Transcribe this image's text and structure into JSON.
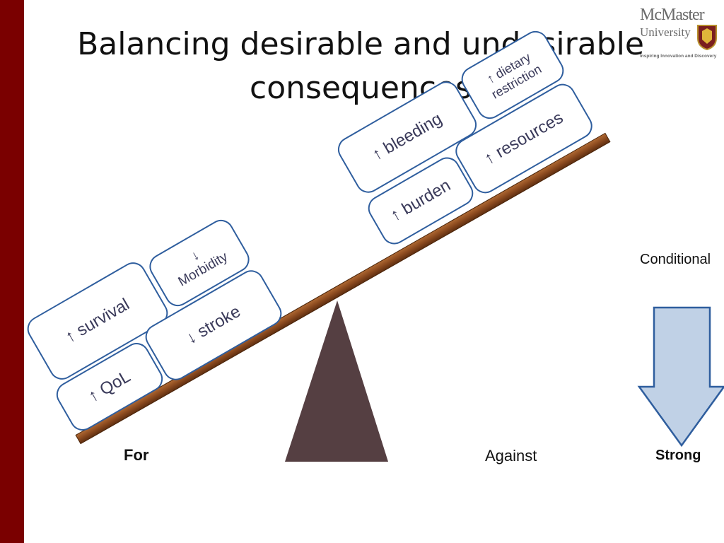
{
  "slide": {
    "title": "Balancing desirable and undesirable consequences",
    "logo": {
      "name_line1": "McMaster",
      "name_line2": "University",
      "tagline": "Inspiring Innovation and Discovery"
    }
  },
  "desirable": {
    "survival": "↑ survival",
    "morbidity": "↓ Morbidity",
    "qol": "↑ QoL",
    "stroke": "↓ stroke"
  },
  "undesirable": {
    "bleeding": "↑ bleeding",
    "dietary": "↑ dietary restriction",
    "burden": "↑ burden",
    "resources": "↑ resources"
  },
  "labels": {
    "for": "For",
    "against": "Against",
    "conditional": "Conditional",
    "strong": "Strong"
  },
  "colors": {
    "sidebar": "#7a0000",
    "card_border": "#2f5e9e",
    "plank": "#8b4a1f",
    "fulcrum": "#553f42",
    "arrow_fill": "#c0d1e6",
    "arrow_stroke": "#2f5e9e"
  }
}
